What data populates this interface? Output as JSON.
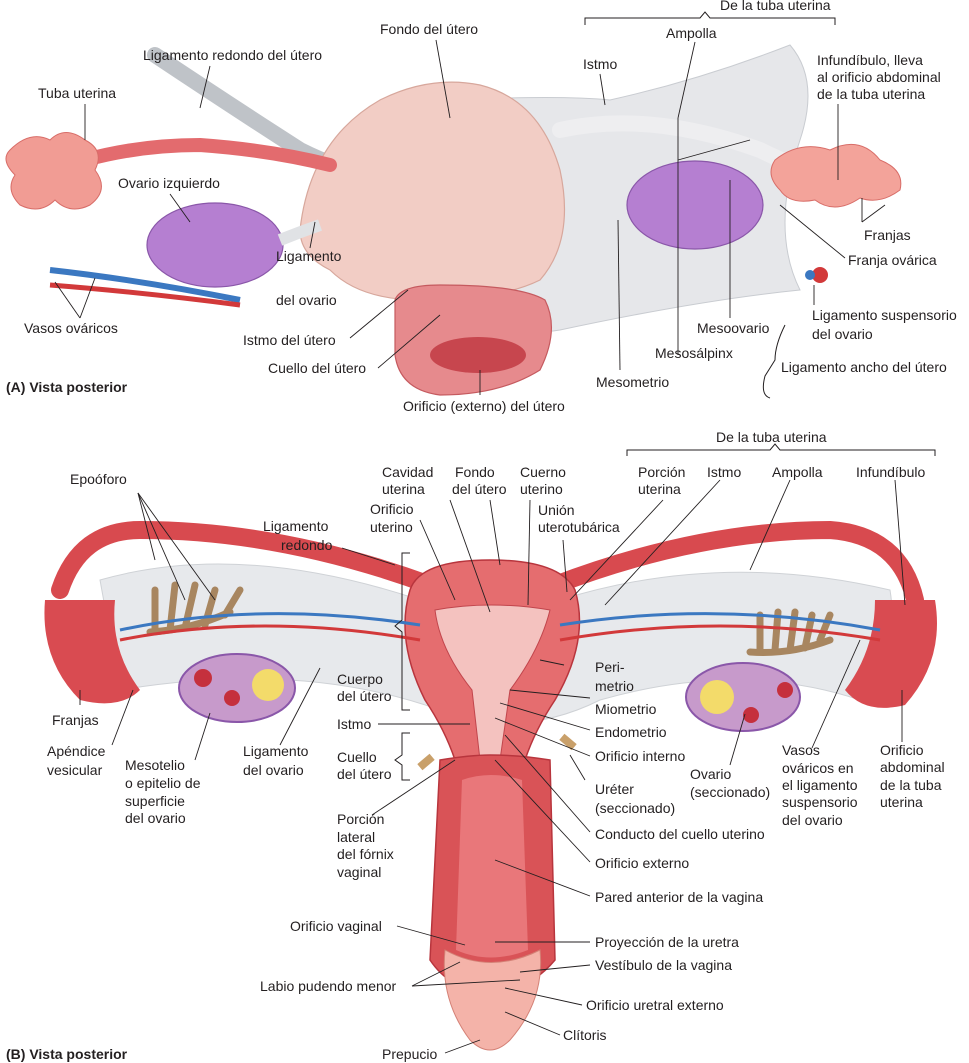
{
  "panel_a": {
    "caption": "(A)  Vista posterior",
    "labels": {
      "fondo_utero": "Fondo del útero",
      "de_la_tuba": "De la tuba uterina",
      "ligamento_redondo": "Ligamento redondo del útero",
      "ampolla": "Ampolla",
      "istmo": "Istmo",
      "tuba_uterina": "Tuba uterina",
      "infundibulo_1": "Infundíbulo, lleva",
      "infundibulo_2": "al orificio abdominal",
      "infundibulo_3": "de la tuba uterina",
      "ovario_izquierdo": "Ovario izquierdo",
      "franjas": "Franjas",
      "franja_ovarica": "Franja ovárica",
      "lig_ovario_1": "Ligamento",
      "lig_ovario_2": "del ovario",
      "lig_susp_1": "Ligamento suspensorio",
      "lig_susp_2": "del ovario",
      "vasos_ovaricos": "Vasos ováricos",
      "istmo_utero": "Istmo del útero",
      "mesoovario": "Mesoovario",
      "mesosalpinx": "Mesosálpinx",
      "lig_ancho": "Ligamento ancho del útero",
      "cuello_utero": "Cuello del útero",
      "mesometrio": "Mesometrio",
      "orificio_externo": "Orificio (externo) del útero"
    }
  },
  "panel_b": {
    "caption": "(B)  Vista posterior",
    "labels": {
      "de_la_tuba": "De la tuba uterina",
      "epooforo": "Epoóforo",
      "cavidad_1": "Cavidad",
      "cavidad_2": "uterina",
      "fondo_1": "Fondo",
      "fondo_2": "del útero",
      "cuerno_1": "Cuerno",
      "cuerno_2": "uterino",
      "porcion_1": "Porción",
      "porcion_2": "uterina",
      "istmo": "Istmo",
      "ampolla": "Ampolla",
      "infundibulo": "Infundíbulo",
      "union_1": "Unión",
      "union_2": "uterotubárica",
      "lig_redondo_1": "Ligamento",
      "lig_redondo_2": "redondo",
      "orif_uterino_1": "Orificio",
      "orif_uterino_2": "uterino",
      "cuerpo_1": "Cuerpo",
      "cuerpo_2": "del útero",
      "perimetrio_1": "Peri-",
      "perimetrio_2": "metrio",
      "miometrio": "Miometrio",
      "endometrio": "Endometrio",
      "istmo_utero": "Istmo",
      "orificio_interno": "Orificio interno",
      "franjas": "Franjas",
      "apendice_1": "Apéndice",
      "apendice_2": "vesicular",
      "mesotelio_1": "Mesotelio",
      "mesotelio_2": "o epitelio de",
      "mesotelio_3": "superficie",
      "mesotelio_4": "del ovario",
      "lig_ovario_1": "Ligamento",
      "lig_ovario_2": "del ovario",
      "cuello_1": "Cuello",
      "cuello_2": "del útero",
      "ureter_1": "Uréter",
      "ureter_2": "(seccionado)",
      "ovario_1": "Ovario",
      "ovario_2": "(seccionado)",
      "vasos_1": "Vasos",
      "vasos_2": "ováricos en",
      "vasos_3": "el ligamento",
      "vasos_4": "suspensorio",
      "vasos_5": "del ovario",
      "orif_abd_1": "Orificio",
      "orif_abd_2": "abdominal",
      "orif_abd_3": "de la tuba",
      "orif_abd_4": "uterina",
      "conducto": "Conducto del cuello uterino",
      "porcion_lat_1": "Porción",
      "porcion_lat_2": "lateral",
      "porcion_lat_3": "del fórnix",
      "porcion_lat_4": "vaginal",
      "orificio_externo": "Orificio externo",
      "pared_anterior": "Pared anterior de la vagina",
      "orificio_vaginal": "Orificio vaginal",
      "proyeccion": "Proyección de la uretra",
      "vestibulo": "Vestíbulo de la vagina",
      "labio": "Labio pudendo menor",
      "orificio_uretral": "Orificio uretral externo",
      "clitoris": "Clítoris",
      "prepucio": "Prepucio"
    }
  },
  "colors": {
    "uterus": "#f2c7bd",
    "muscle": "#d9575b",
    "muscle_dark": "#b8353d",
    "tube": "#e56b6e",
    "ovary_a": "#a970c4",
    "ovary_b": "#c79acb",
    "ligament": "#e4e6ea",
    "vein": "#3b78c1",
    "artery": "#d2393a",
    "epooforo": "#a88660",
    "follicle": "#f3db6a"
  }
}
